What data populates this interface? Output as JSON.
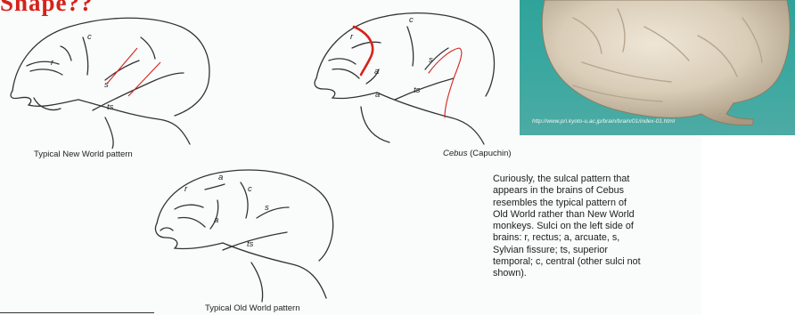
{
  "slide": {
    "title_fragment": "Shape??"
  },
  "figures": {
    "new_world": {
      "caption": "Typical New World pattern"
    },
    "cebus": {
      "caption_species": "Cebus",
      "caption_common": "(Capuchin)"
    },
    "old_world": {
      "caption": "Typical Old  World pattern"
    }
  },
  "sulcus_labels": {
    "r": "r",
    "a": "a",
    "c": "c",
    "s": "s",
    "ts": "ts"
  },
  "photo": {
    "credit": "http://www.pri.kyoto-u.ac.jp/brain/brain/01/index-01.html"
  },
  "description": {
    "lines": [
      "Curiously, the sulcal pattern that",
      "appears in the brains of Cebus",
      "resembles the typical pattern of",
      "Old World rather than New World",
      "monkeys. Sulci on the left side of",
      "brains: r, rectus; a, arcuate, s,",
      "Sylvian fissure; ts, superior",
      "temporal; c, central (other sulci not",
      "shown)."
    ]
  },
  "colors": {
    "annotation_red": "#d6221a",
    "photo_background": "#3aa8a0",
    "brain_specimen": "#d9cdb8"
  }
}
